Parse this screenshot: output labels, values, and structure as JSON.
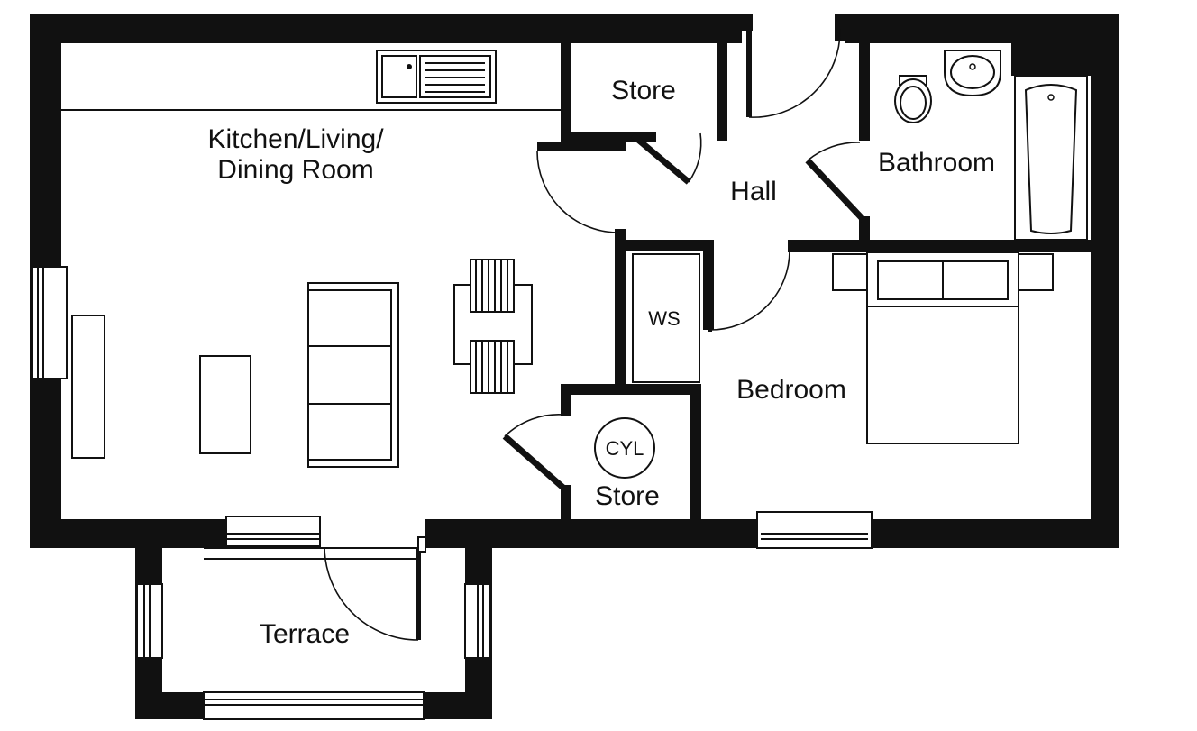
{
  "rooms": {
    "kitchen_line1": "Kitchen/Living/",
    "kitchen_line2": "Dining Room",
    "store_top": "Store",
    "hall": "Hall",
    "bathroom": "Bathroom",
    "ws": "WS",
    "bedroom": "Bedroom",
    "cyl": "CYL",
    "store_bottom": "Store",
    "terrace": "Terrace"
  }
}
